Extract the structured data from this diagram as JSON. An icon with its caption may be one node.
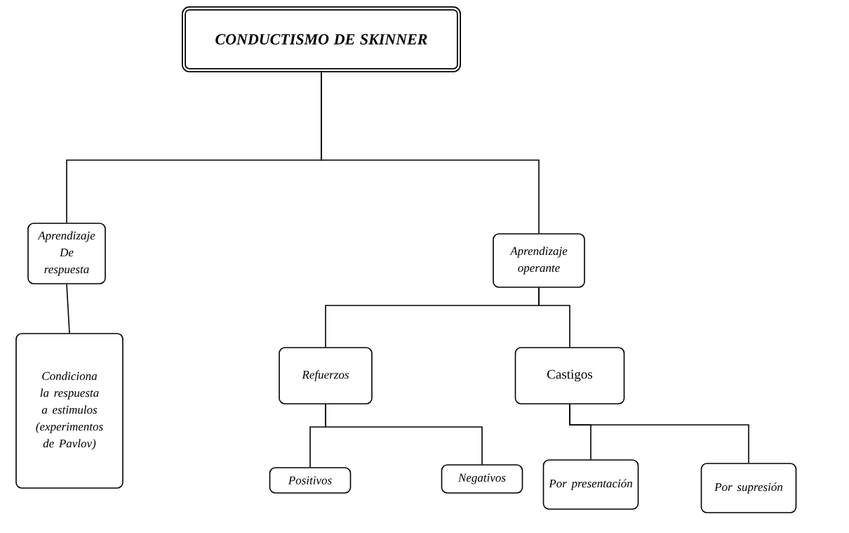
{
  "diagram": {
    "nodes": [
      {
        "text": [
          "CONDUCTISMO DE SKINNER"
        ]
      },
      {
        "text": [
          "Aprendizaje De respuesta"
        ]
      },
      {
        "text": [
          "Aprendizaje operante"
        ]
      },
      {
        "text": [
          "Condiciona la respuesta a estimulos (experimentos de Pavlov)"
        ]
      },
      {
        "text": [
          "Refuerzos"
        ]
      },
      {
        "text": [
          "Castigos"
        ]
      },
      {
        "text": [
          "Positivos"
        ]
      },
      {
        "text": [
          "Negativos"
        ]
      },
      {
        "text": [
          "Por presentación"
        ]
      },
      {
        "text": [
          "Por supresión"
        ]
      }
    ],
    "edges": [
      {
        "from": 0,
        "to": 1,
        "arrow": "none"
      },
      {
        "from": 0,
        "to": 2,
        "arrow": "none"
      },
      {
        "from": 1,
        "to": 3,
        "arrow": "none"
      },
      {
        "from": 2,
        "to": 4,
        "arrow": "none"
      },
      {
        "from": 2,
        "to": 5,
        "arrow": "none"
      },
      {
        "from": 4,
        "to": 6,
        "arrow": "none"
      },
      {
        "from": 4,
        "to": 7,
        "arrow": "none"
      },
      {
        "from": 5,
        "to": 8,
        "arrow": "none"
      },
      {
        "from": 5,
        "to": 9,
        "arrow": "none"
      }
    ]
  }
}
